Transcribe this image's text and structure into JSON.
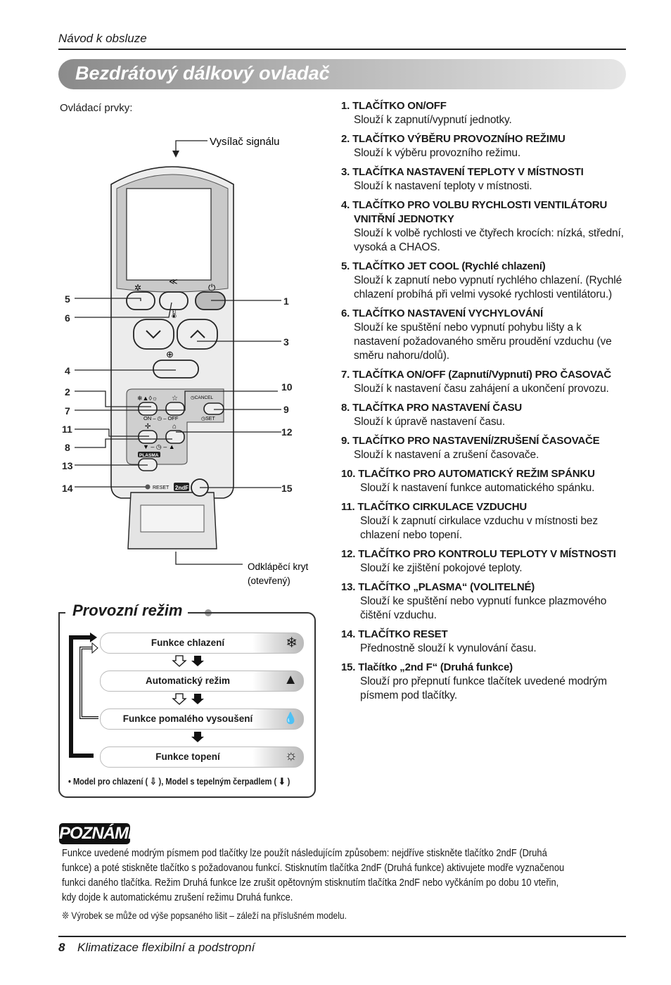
{
  "header": {
    "manual": "Návod k obsluze",
    "title": "Bezdrátový dálkový ovladač"
  },
  "controls_label": "Ovládací prvky:",
  "remote": {
    "transmitter_label": "Vysílač signálu",
    "cover_label_1": "Odklápěcí kryt",
    "cover_label_2": "(otevřený)",
    "timer_onoff": "ON – ◷ – OFF",
    "cancel": "◷CANCEL",
    "set": "◷SET",
    "time_adjust": "▼ – ◷ – ▲",
    "plasma": "PLASMA",
    "reset": "RESET",
    "second_f": "2ndF",
    "callouts": {
      "n1": "1",
      "n2": "2",
      "n3": "3",
      "n4": "4",
      "n5": "5",
      "n6": "6",
      "n7": "7",
      "n8": "8",
      "n9": "9",
      "n10": "10",
      "n11": "11",
      "n12": "12",
      "n13": "13",
      "n14": "14",
      "n15": "15"
    }
  },
  "items": [
    {
      "title": "1. TLAČÍTKO ON/OFF",
      "desc": "Slouží k zapnutí/vypnutí jednotky."
    },
    {
      "title": "2. TLAČÍTKO VÝBĚRU PROVOZNÍHO REŽIMU",
      "desc": "Slouží k výběru provozního režimu."
    },
    {
      "title": "3. TLAČÍTKA NASTAVENÍ TEPLOTY V MÍSTNOSTI",
      "desc": "Slouží k nastavení teploty v místnosti."
    },
    {
      "title": "4. TLAČÍTKO PRO VOLBU RYCHLOSTI VENTILÁTORU VNITŘNÍ JEDNOTKY",
      "desc": "Slouží k volbě rychlosti ve čtyřech krocích: nízká, střední, vysoká a CHAOS."
    },
    {
      "title": "5. TLAČÍTKO JET COOL (Rychlé chlazení)",
      "desc": "Slouží k zapnutí nebo vypnutí rychlého chlazení. (Rychlé chlazení probíhá při velmi vysoké rychlosti ventilátoru.)"
    },
    {
      "title": "6. TLAČÍTKO NASTAVENÍ VYCHYLOVÁNÍ",
      "desc": "Slouží ke spuštění nebo vypnutí pohybu lišty a k nastavení požadovaného směru proudění vzduchu (ve směru nahoru/dolů)."
    },
    {
      "title": "7. TLAČÍTKA ON/OFF (Zapnutí/Vypnutí) PRO ČASOVAČ",
      "desc": "Slouží k nastavení času zahájení a ukončení provozu."
    },
    {
      "title": "8. TLAČÍTKA PRO NASTAVENÍ ČASU",
      "desc": "Slouží k úpravě nastavení času."
    },
    {
      "title": "9. TLAČÍTKO PRO NASTAVENÍ/ZRUŠENÍ ČASOVAČE",
      "desc": "Slouží k nastavení a zrušení časovače."
    },
    {
      "title": "10. TLAČÍTKO PRO AUTOMATICKÝ REŽIM SPÁNKU",
      "desc": "Slouží k nastavení funkce automatického spánku."
    },
    {
      "title": "11. TLAČÍTKO CIRKULACE VZDUCHU",
      "desc": "Slouží k zapnutí cirkulace vzduchu v místnosti bez chlazení nebo topení."
    },
    {
      "title": "12. TLAČÍTKO PRO KONTROLU TEPLOTY V MÍSTNOSTI",
      "desc": "Slouží ke zjištění pokojové teploty."
    },
    {
      "title": "13. TLAČÍTKO „PLASMA“ (VOLITELNÉ)",
      "desc": "Slouží ke spuštění nebo vypnutí funkce plazmového čištění vzduchu."
    },
    {
      "title": "14. TLAČÍTKO RESET",
      "desc": "Přednostně slouží k vynulování času."
    },
    {
      "title": "15. Tlačítko „2nd F“ (Druhá funkce)",
      "desc": "Slouží pro přepnutí funkce tlačítek uvedené modrým písmem pod tlačítky."
    }
  ],
  "modes": {
    "title": "Provozní režim",
    "list": [
      {
        "label": "Funkce chlazení",
        "icon": "snowflake-icon",
        "glyph": "❄"
      },
      {
        "label": "Automatický režim",
        "icon": "auto-icon",
        "glyph": "▲"
      },
      {
        "label": "Funkce pomalého vysoušení",
        "icon": "drop-icon",
        "glyph": "💧"
      },
      {
        "label": "Funkce topení",
        "icon": "sun-icon",
        "glyph": "☼"
      }
    ],
    "legend": "• Model pro chlazení ( ⇩ ), Model s tepelným čerpadlem ( ⬇ )"
  },
  "note": {
    "badge": "POZNÁMKA",
    "lines": [
      "Funkce uvedené modrým písmem pod tlačítky lze použít následujícím způsobem: nejdříve stiskněte tlačítko 2ndF (Druhá",
      "funkce) a poté stiskněte tlačítko s požadovanou funkcí. Stisknutím tlačítka 2ndF (Druhá funkce) aktivujete modře vyznačenou",
      "funkci daného tlačítka. Režim Druhá funkce lze zrušit opětovným stisknutím tlačítka 2ndF nebo vyčkáním po dobu 10 vteřin,",
      "kdy dojde k automatickému zrušení režimu Druhá funkce."
    ],
    "footnote": "❊ Výrobek se může od výše popsaného lišit – záleží na příslušném modelu."
  },
  "footer": {
    "page": "8",
    "title": "Klimatizace flexibilní a podstropní"
  }
}
